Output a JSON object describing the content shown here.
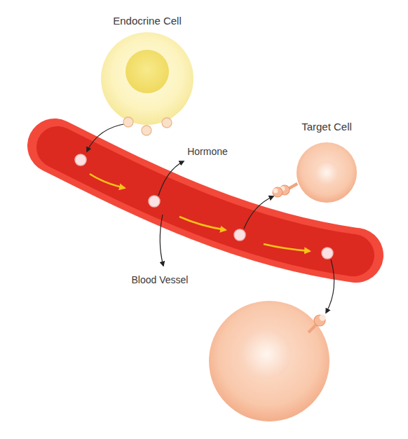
{
  "diagram": {
    "nodes": [
      {
        "text": [
          "Endocrine Cell"
        ]
      },
      {
        "text": [
          "Target Cell"
        ]
      }
    ],
    "labels": [
      "Hormone",
      "Blood Vessel"
    ]
  }
}
